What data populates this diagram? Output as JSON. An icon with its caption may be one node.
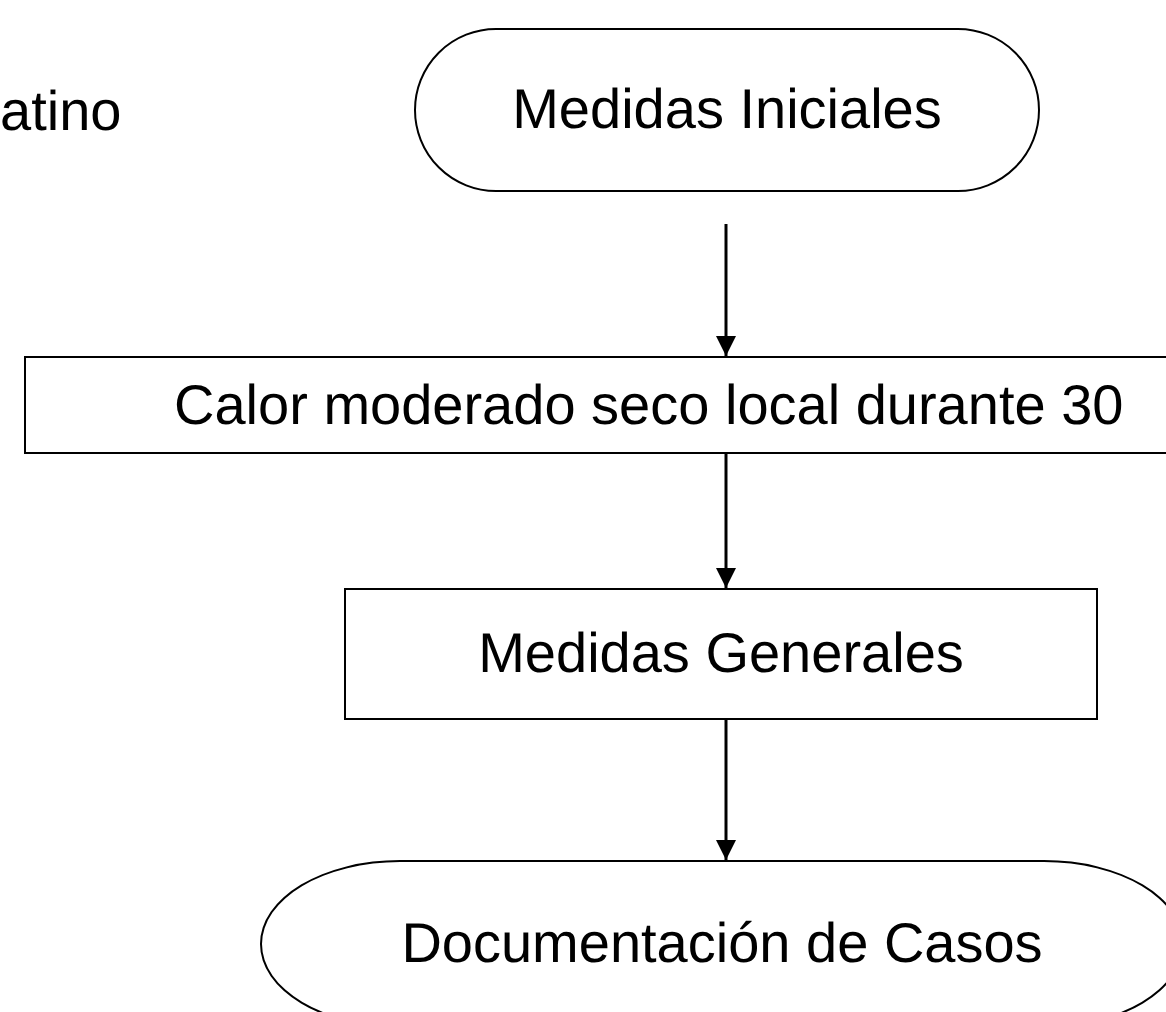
{
  "diagram": {
    "nodes": [
      {
        "text": [
          "Medidas Iniciales"
        ]
      },
      {
        "text": [
          "Calor moderado seco local durante 30"
        ]
      },
      {
        "text": [
          "Medidas Generales"
        ]
      },
      {
        "text": [
          "Documentación de Casos"
        ]
      }
    ],
    "edges": [
      {
        "from": 0,
        "to": 1,
        "arrow": "to"
      },
      {
        "from": 1,
        "to": 2,
        "arrow": "to"
      },
      {
        "from": 2,
        "to": 3,
        "arrow": "to"
      }
    ],
    "labels": [
      "atino"
    ]
  }
}
